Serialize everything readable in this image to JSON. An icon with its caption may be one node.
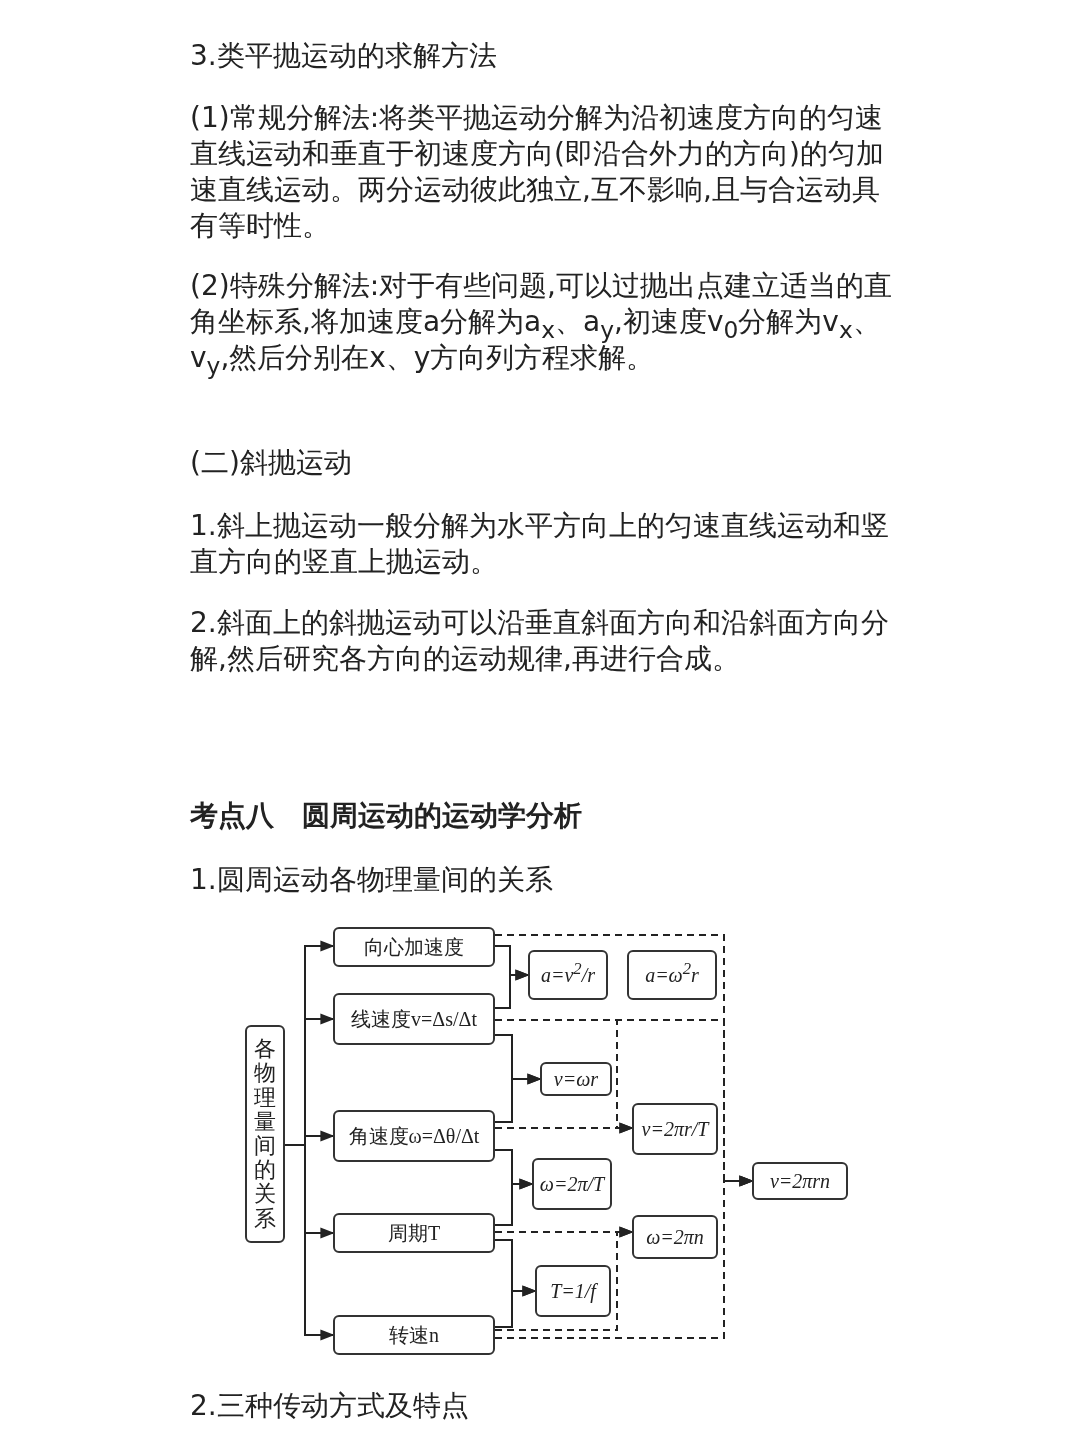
{
  "diagram": {
    "nodes": [
      {
        "text": [
          "各物理量间的关系"
        ]
      },
      {
        "text": [
          "向心加速度"
        ]
      },
      {
        "text": [
          "线速度v=Δs/Δt"
        ]
      },
      {
        "text": [
          "角速度ω=Δθ/Δt"
        ]
      },
      {
        "text": [
          "周期T"
        ]
      },
      {
        "text": [
          "转速n"
        ]
      },
      {
        "text": [
          "a=v$^{2}$/r"
        ]
      },
      {
        "text": [
          "a=ω$^{2}$r"
        ]
      },
      {
        "text": [
          "v=ωr"
        ]
      },
      {
        "text": [
          "v=2πr/T"
        ]
      },
      {
        "text": [
          "ω=2π/T"
        ]
      },
      {
        "text": [
          "ω=2πn"
        ]
      },
      {
        "text": [
          "T=1/f"
        ]
      },
      {
        "text": [
          "v=2πrn"
        ]
      }
    ],
    "edges": [
      {
        "from": 0,
        "to": 1,
        "arrow": "to"
      },
      {
        "from": 0,
        "to": 2,
        "arrow": "to"
      },
      {
        "from": 0,
        "to": 3,
        "arrow": "to"
      },
      {
        "from": 0,
        "to": 4,
        "arrow": "to"
      },
      {
        "from": 0,
        "to": 5,
        "arrow": "to"
      },
      {
        "from": 1,
        "to": 6,
        "arrow": "to"
      },
      {
        "from": 2,
        "to": 6,
        "arrow": "to"
      },
      {
        "from": 2,
        "to": 8,
        "arrow": "to"
      },
      {
        "from": 3,
        "to": 8,
        "arrow": "to"
      },
      {
        "from": 3,
        "to": 10,
        "arrow": "to"
      },
      {
        "from": 4,
        "to": 10,
        "arrow": "to"
      },
      {
        "from": 4,
        "to": 12,
        "arrow": "to"
      },
      {
        "from": 5,
        "to": 12,
        "arrow": "to"
      },
      {
        "from": 3,
        "to": 9,
        "arrow": "to",
        "style": "dashed"
      },
      {
        "from": 2,
        "to": 9,
        "arrow": "to",
        "style": "dashed"
      },
      {
        "from": 4,
        "to": 11,
        "arrow": "to",
        "style": "dashed"
      },
      {
        "from": 5,
        "to": 11,
        "arrow": "to",
        "style": "dashed"
      },
      {
        "from": 1,
        "to": 13,
        "arrow": "to",
        "style": "dashed"
      },
      {
        "from": 2,
        "to": 13,
        "arrow": "to",
        "style": "dashed"
      },
      {
        "from": 5,
        "to": 13,
        "arrow": "to",
        "style": "dashed"
      }
    ],
    "labels": [
      "3.类平抛运动的求解方法",
      "(1)常规分解法:将类平抛运动分解为沿初速度方向的匀速直线运动和垂直于初速度方向(即沿合外力的方向)的匀加速直线运动。两分运动彼此独立,互不影响,且与合运动具有等时性。",
      "(2)特殊分解法:对于有些问题,可以过抛出点建立适当的直角坐标系,将加速度a分解为a$_{x}$、a$_{y}$,初速度v$_{0}$分解为v$_{x}$、v$_{y}$,然后分别在x、y方向列方程求解。",
      "(二)斜抛运动",
      "1.斜上抛运动一般分解为水平方向上的匀速直线运动和竖直方向的竖直上抛运动。",
      "2.斜面上的斜抛运动可以沿垂直斜面方向和沿斜面方向分解,然后研究各方向的运动规律,再进行合成。",
      "考点八　圆周运动的运动学分析",
      "1.圆周运动各物理量间的关系",
      "2.三种传动方式及特点"
    ]
  }
}
